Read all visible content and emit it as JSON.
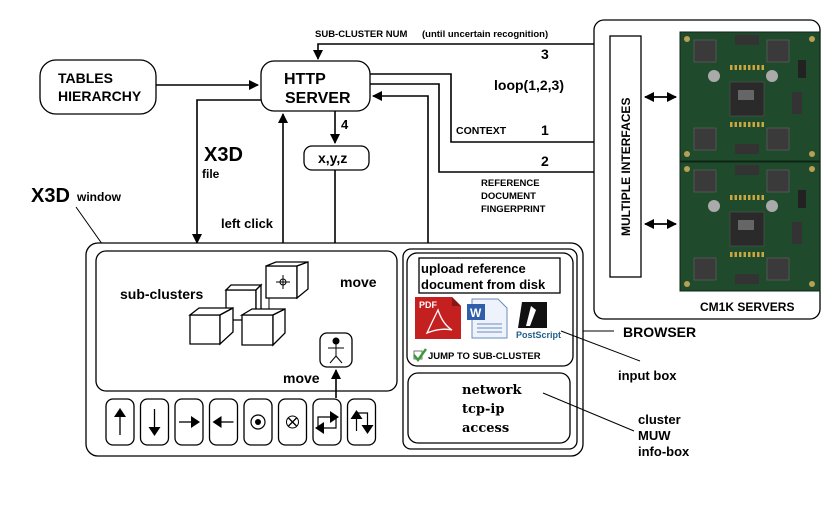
{
  "diagram": {
    "tables_hierarchy": {
      "line1": "TABLES",
      "line2": "HIERARCHY"
    },
    "http_server": {
      "line1": "HTTP",
      "line2": "SERVER"
    },
    "xyz_box": "x,y,z",
    "step4": "4",
    "x3d_file": {
      "big": "X3D",
      "small": "file"
    },
    "x3d_window": {
      "big": "X3D",
      "small": "window"
    },
    "left_click": "left click",
    "sub_cluster_num": {
      "main": "SUB-CLUSTER NUM",
      "note": "(until uncertain recognition)"
    },
    "step3": "3",
    "loop": "loop(1,2,3)",
    "context": "CONTEXT",
    "step1": "1",
    "step2": "2",
    "reference": [
      "REFERENCE",
      "DOCUMENT",
      "FINGERPRINT"
    ],
    "multiple_interfaces": "MULTIPLE INTERFACES",
    "cm1k_servers": "CM1K SERVERS",
    "browser": "BROWSER",
    "input_box": "input box",
    "info_box_label": [
      "cluster",
      "MUW",
      "info-box"
    ],
    "sub_clusters": "sub-clusters",
    "move_top": "move",
    "move_bottom": "move",
    "upload": [
      "upload reference",
      "document from disk"
    ],
    "file_icons": [
      {
        "name": "pdf-icon",
        "label": "PDF",
        "color": "#c4201f"
      },
      {
        "name": "word-document-icon",
        "label": "W",
        "color": "#2f5fa8"
      },
      {
        "name": "postscript-icon",
        "label": "PostScript",
        "color": "#1f5f8b"
      }
    ],
    "jump_checkbox": {
      "label": "JUMP TO SUB-CLUSTER",
      "checked": true,
      "check_color": "#3a9a3a"
    },
    "info_box": [
      "network",
      "tcp-ip",
      "access"
    ],
    "nav_buttons": [
      {
        "name": "move-up-button",
        "icon": "arrow-up"
      },
      {
        "name": "move-down-button",
        "icon": "arrow-down"
      },
      {
        "name": "move-right-button",
        "icon": "arrow-right"
      },
      {
        "name": "move-left-button",
        "icon": "arrow-left"
      },
      {
        "name": "zoom-in-button",
        "icon": "dot-circle"
      },
      {
        "name": "zoom-out-button",
        "icon": "x-circle"
      },
      {
        "name": "rotate-horizontal-button",
        "icon": "swap-horizontal"
      },
      {
        "name": "rotate-vertical-button",
        "icon": "swap-vertical"
      }
    ]
  }
}
